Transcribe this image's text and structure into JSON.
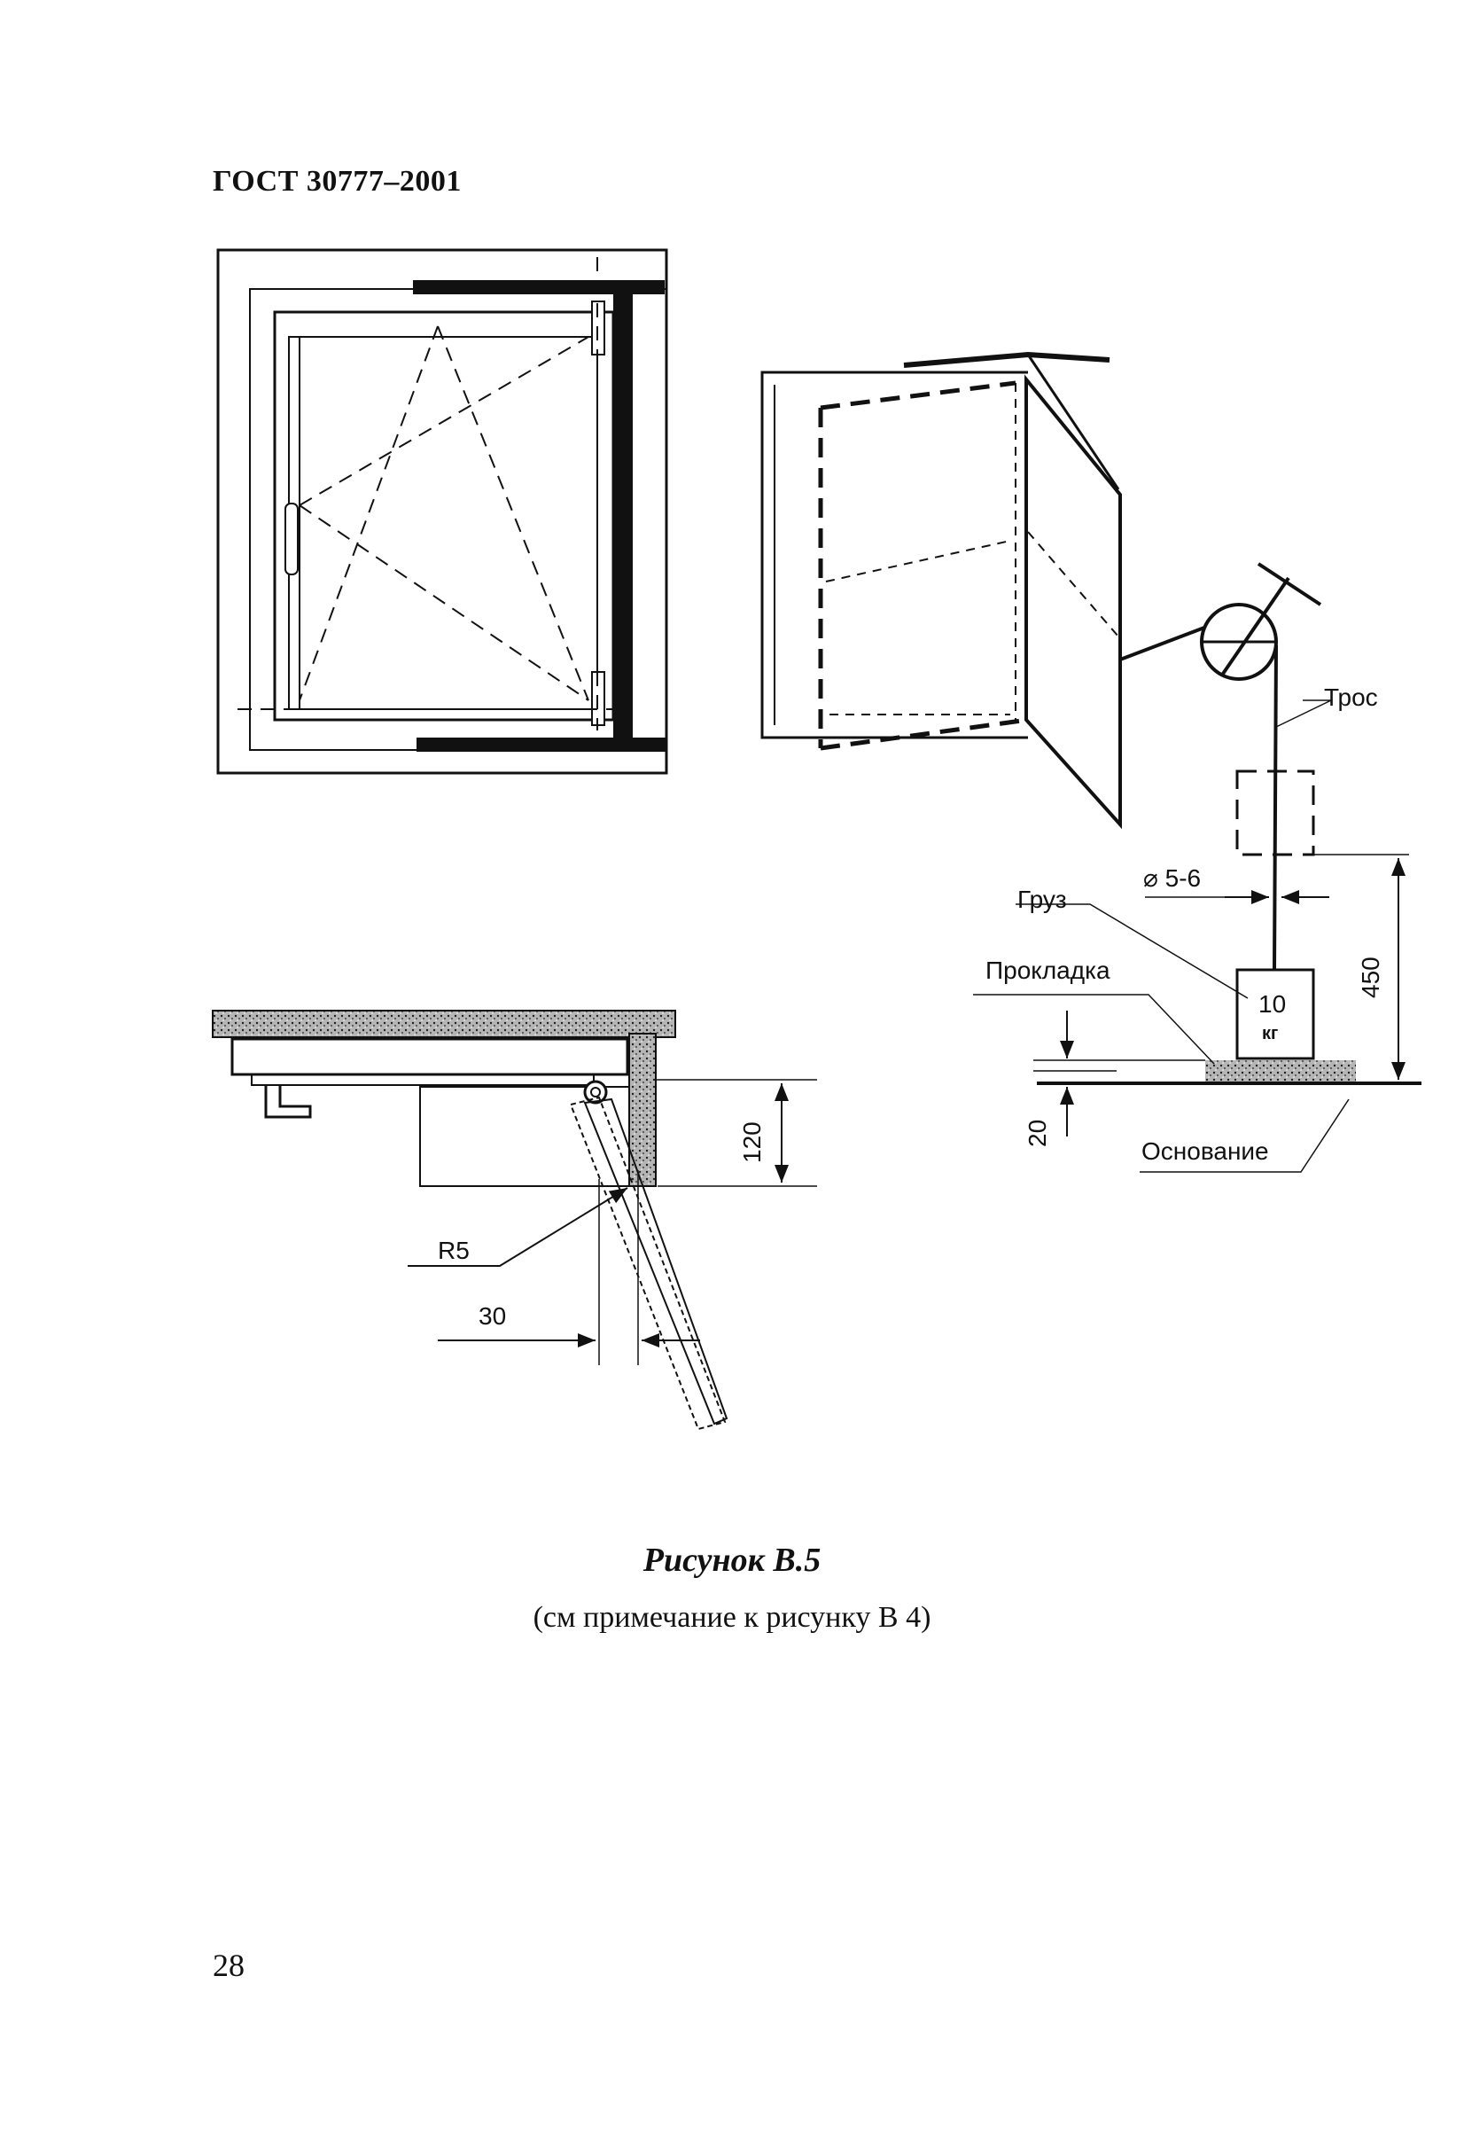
{
  "header": {
    "standard": "ГОСТ 30777–2001"
  },
  "figure": {
    "labels": {
      "cable": "Трос",
      "diameter": "⌀ 5-6",
      "load": "Груз",
      "pad": "Прокладка",
      "weight_value": "10",
      "weight_unit": "кг",
      "base": "Основание",
      "dim_450": "450",
      "dim_20": "20",
      "dim_120": "120",
      "radius": "R5",
      "dim_30": "30"
    },
    "title": "Рисунок В.5",
    "subtitle": "(см  примечание к рисунку В 4)"
  },
  "page_number": "28"
}
